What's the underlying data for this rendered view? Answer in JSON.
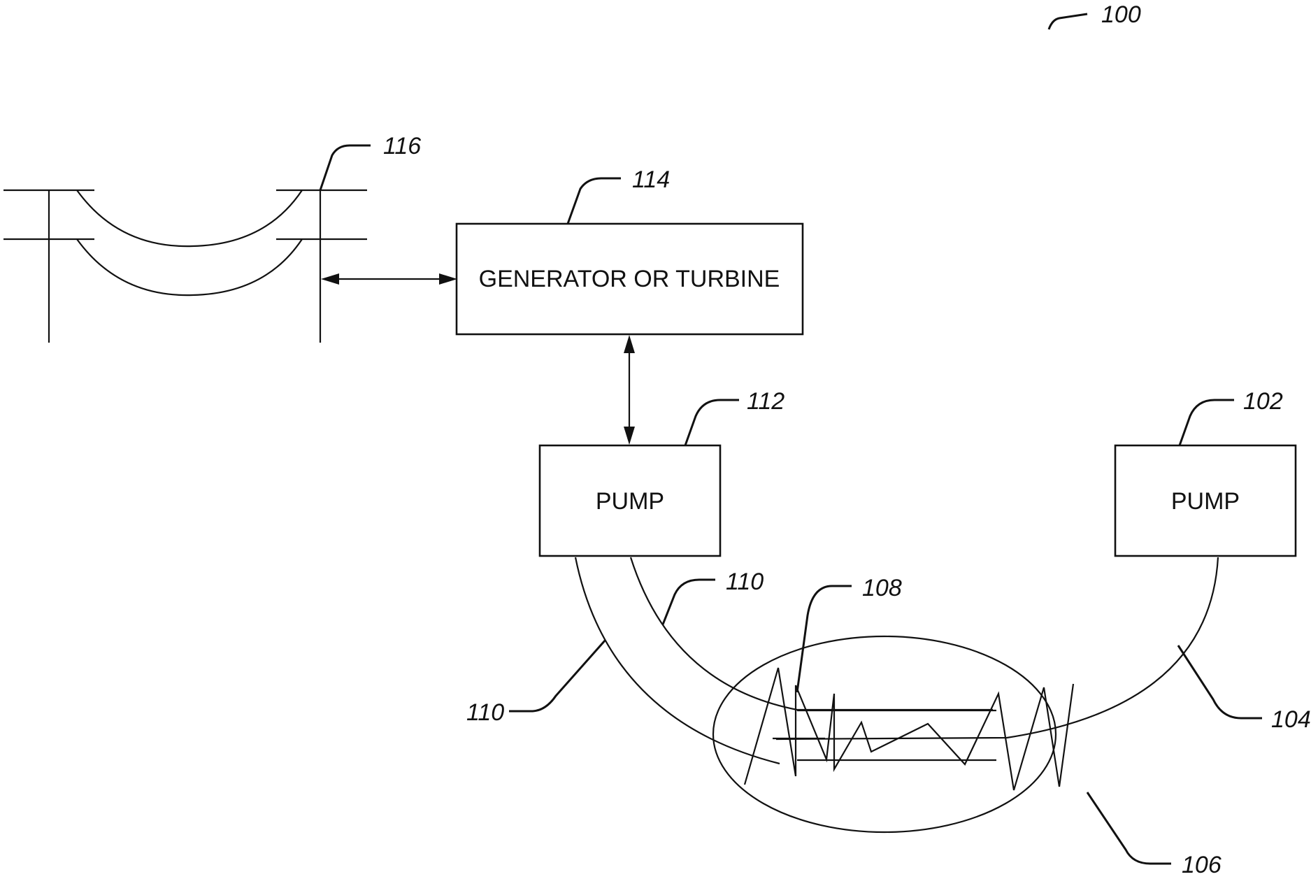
{
  "figure": {
    "ref_main": "100",
    "components": {
      "generator": {
        "label": "GENERATOR OR TURBINE",
        "ref": "114"
      },
      "pump_left": {
        "label": "PUMP",
        "ref": "112"
      },
      "pump_right": {
        "label": "PUMP",
        "ref": "102"
      },
      "power_lines": {
        "ref": "116"
      },
      "pipe_left_outer": {
        "ref": "110"
      },
      "pipe_left_inner": {
        "ref": "110"
      },
      "pipe_right": {
        "ref": "104"
      },
      "heat_exchanger_waveform": {
        "ref": "108"
      },
      "region_ellipse": {
        "ref": "106"
      }
    },
    "connections": [
      {
        "from": "power_lines",
        "to": "generator",
        "type": "bidirectional-arrow"
      },
      {
        "from": "generator",
        "to": "pump_left",
        "type": "bidirectional-arrow"
      },
      {
        "from": "pump_left",
        "to": "region_ellipse",
        "type": "pipe"
      },
      {
        "from": "pump_right",
        "to": "region_ellipse",
        "type": "pipe"
      }
    ],
    "colors": {
      "ink": "#111111",
      "background": "#ffffff"
    }
  }
}
